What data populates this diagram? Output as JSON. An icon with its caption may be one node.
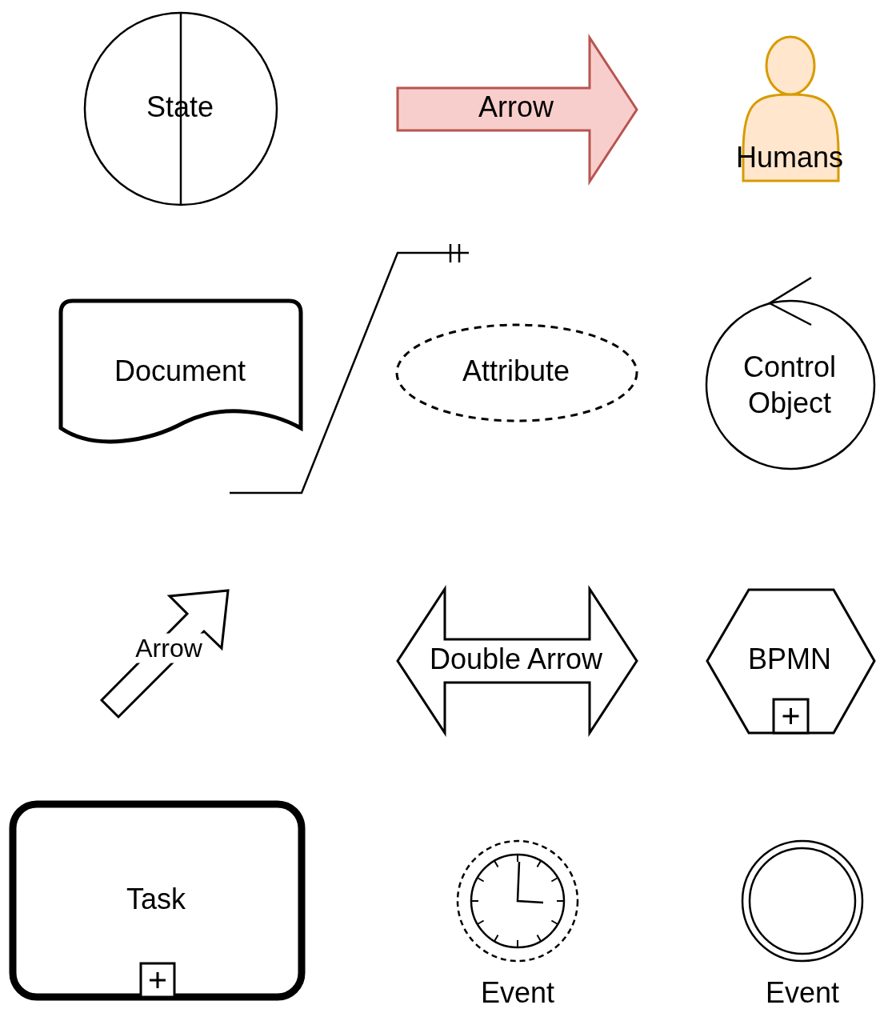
{
  "diagram": {
    "nodes": [
      {
        "text": [
          "State"
        ]
      },
      {
        "text": [
          "Arrow"
        ]
      },
      {
        "text": [
          "Humans"
        ]
      },
      {
        "text": [
          "Document"
        ]
      },
      {
        "text": [
          "Attribute"
        ]
      },
      {
        "text": [
          "Control Object"
        ]
      },
      {
        "text": [
          "Arrow"
        ]
      },
      {
        "text": [
          "Double Arrow"
        ]
      },
      {
        "text": [
          "BPMN"
        ]
      },
      {
        "text": [
          "Task"
        ]
      },
      {
        "text": [
          "Event"
        ]
      },
      {
        "text": [
          "Event"
        ]
      }
    ],
    "edges": []
  }
}
